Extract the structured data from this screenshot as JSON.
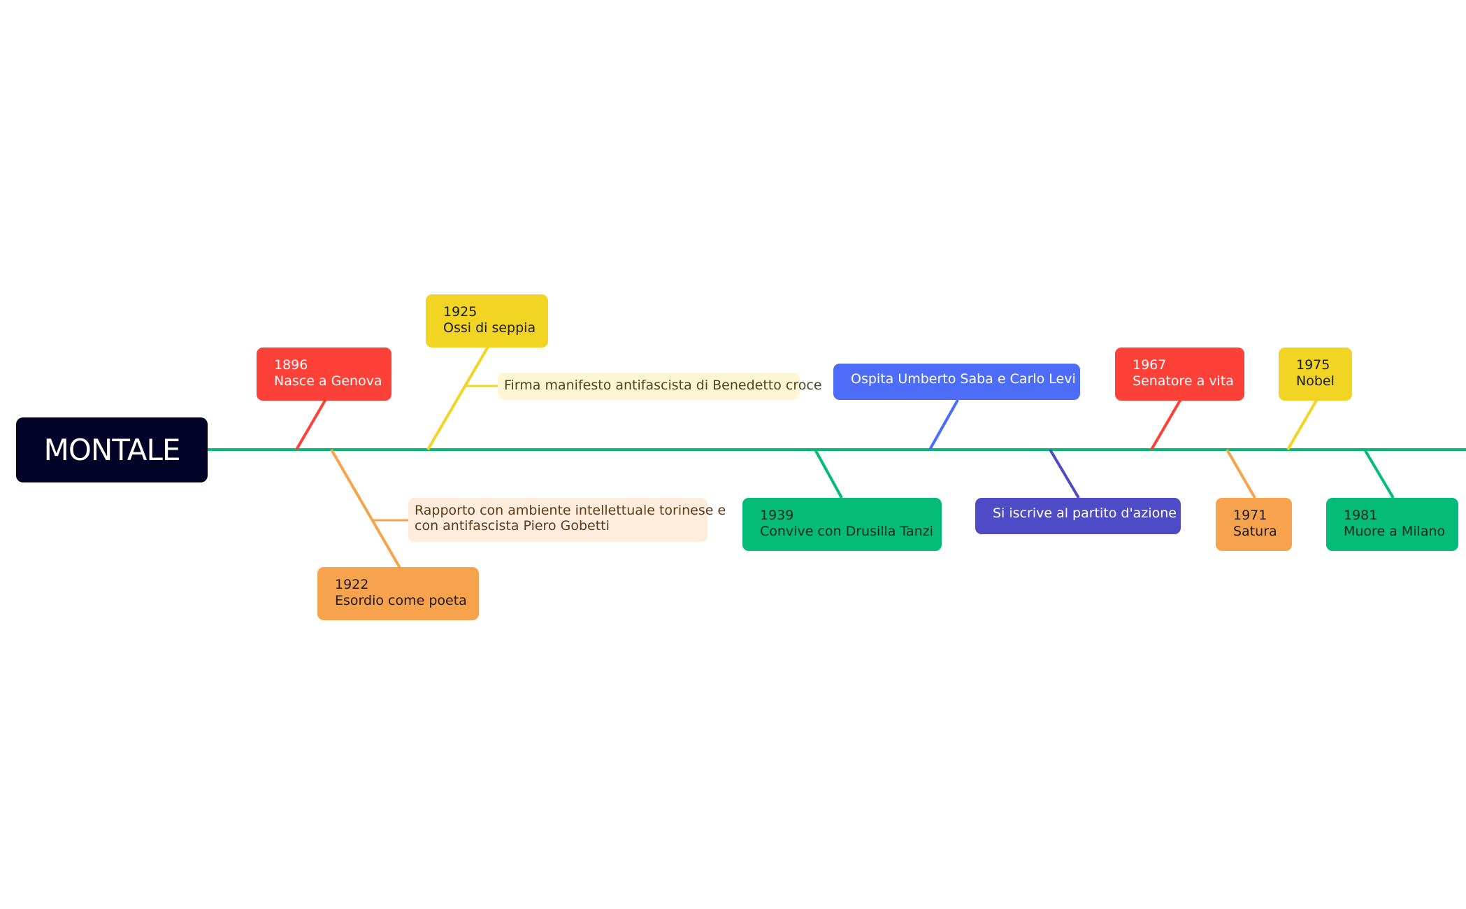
{
  "root": {
    "label": "MONTALE"
  },
  "events": [
    {
      "id": "e1896",
      "year": "1896",
      "label": "Nasce a Genova",
      "color": "#fd4139"
    },
    {
      "id": "e1922",
      "year": "1922",
      "label": "Esordio come poeta",
      "color": "#f7a34e"
    },
    {
      "id": "e1925",
      "year": "1925",
      "label": "Ossi di seppia",
      "color": "#f2d423"
    },
    {
      "id": "e1939",
      "year": "1939",
      "label": "Convive con Drusilla Tanzi",
      "color": "#04bb78"
    },
    {
      "id": "eSaba",
      "label": "Ospita Umberto Saba e Carlo Levi",
      "color": "#4d6cf8"
    },
    {
      "id": "eAzione",
      "label": "Si iscrive al partito d'azione",
      "color": "#4f4bc6"
    },
    {
      "id": "e1967",
      "year": "1967",
      "label": "Senatore a vita",
      "color": "#fd4139"
    },
    {
      "id": "e1971",
      "year": "1971",
      "label": "Satura",
      "color": "#f7a34e"
    },
    {
      "id": "e1975",
      "year": "1975",
      "label": "Nobel",
      "color": "#f2d423"
    },
    {
      "id": "e1981",
      "year": "1981",
      "label": "Muore a Milano",
      "color": "#04bb78"
    }
  ],
  "notes": {
    "manifesto": "Firma manifesto antifascista di Benedetto croce",
    "torino_line1": "Rapporto con ambiente intellettuale torinese e",
    "torino_line2": "con antifascista Piero Gobetti"
  },
  "colors": {
    "timeline": "#04bb78",
    "root_bg": "#020326"
  }
}
